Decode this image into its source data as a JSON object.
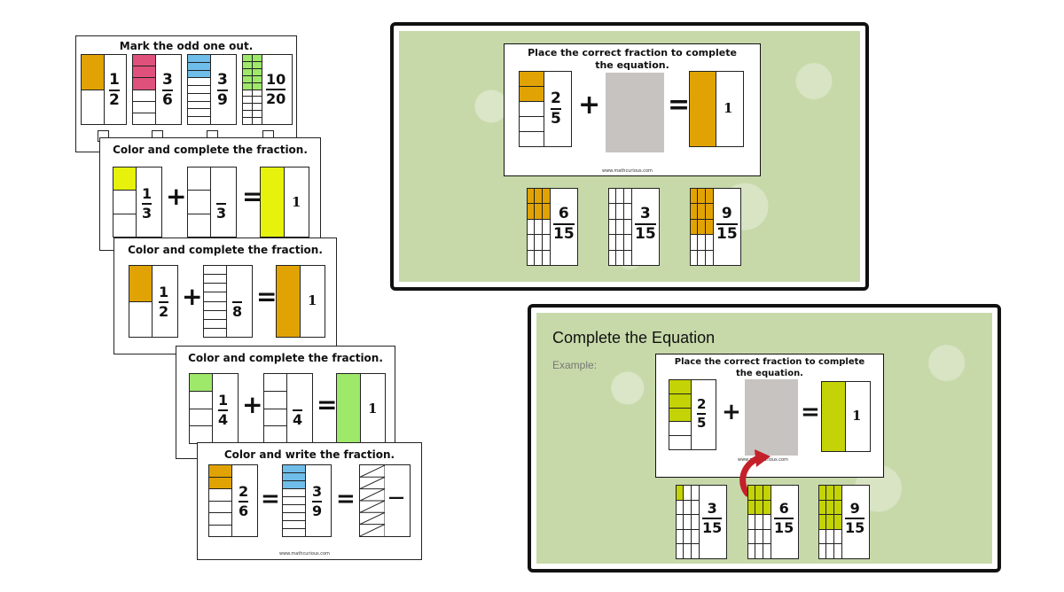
{
  "colors": {
    "orange": "#e1a304",
    "pink": "#e0507c",
    "blue": "#6fbde9",
    "green": "#9ee86a",
    "yellow": "#e6f20c",
    "lime": "#c3d306",
    "gray": "#c6c3c0",
    "arrow": "#c4202a"
  },
  "worksheets": {
    "odd_one_out": {
      "title": "Mark the odd one out.",
      "fractions": [
        {
          "num": "1",
          "den": "2"
        },
        {
          "num": "3",
          "den": "6"
        },
        {
          "num": "3",
          "den": "9"
        },
        {
          "num": "10",
          "den": "20"
        }
      ]
    },
    "card2": {
      "title": "Color and complete the fraction.",
      "f1": {
        "num": "1",
        "den": "3"
      },
      "f2_den": "3",
      "whole": "1"
    },
    "card3": {
      "title": "Color and complete the fraction.",
      "f1": {
        "num": "1",
        "den": "2"
      },
      "f2_den": "8",
      "whole": "1"
    },
    "card4": {
      "title": "Color and complete the fraction.",
      "f1": {
        "num": "1",
        "den": "4"
      },
      "f2_den": "4",
      "whole": "1"
    },
    "card5": {
      "title": "Color and write the fraction.",
      "f1": {
        "num": "2",
        "den": "6"
      },
      "f2": {
        "num": "3",
        "den": "9"
      },
      "f3_bar": "—",
      "footer": "www.mathcurious.com"
    }
  },
  "panel_top": {
    "title_line1": "Place the correct fraction to complete",
    "title_line2": "the equation.",
    "f1": {
      "num": "2",
      "den": "5"
    },
    "whole": "1",
    "footer": "www.mathcurious.com",
    "options": [
      {
        "num": "6",
        "den": "15"
      },
      {
        "num": "3",
        "den": "15"
      },
      {
        "num": "9",
        "den": "15"
      }
    ]
  },
  "panel_bottom": {
    "heading": "Complete the Equation",
    "example_label": "Example:",
    "title_line1": "Place the correct fraction to complete",
    "title_line2": "the equation.",
    "f1": {
      "num": "2",
      "den": "5"
    },
    "whole": "1",
    "footer": "www.mathcurious.com",
    "options": [
      {
        "num": "3",
        "den": "15"
      },
      {
        "num": "6",
        "den": "15"
      },
      {
        "num": "9",
        "den": "15"
      }
    ]
  },
  "ops": {
    "plus": "+",
    "equals": "="
  }
}
